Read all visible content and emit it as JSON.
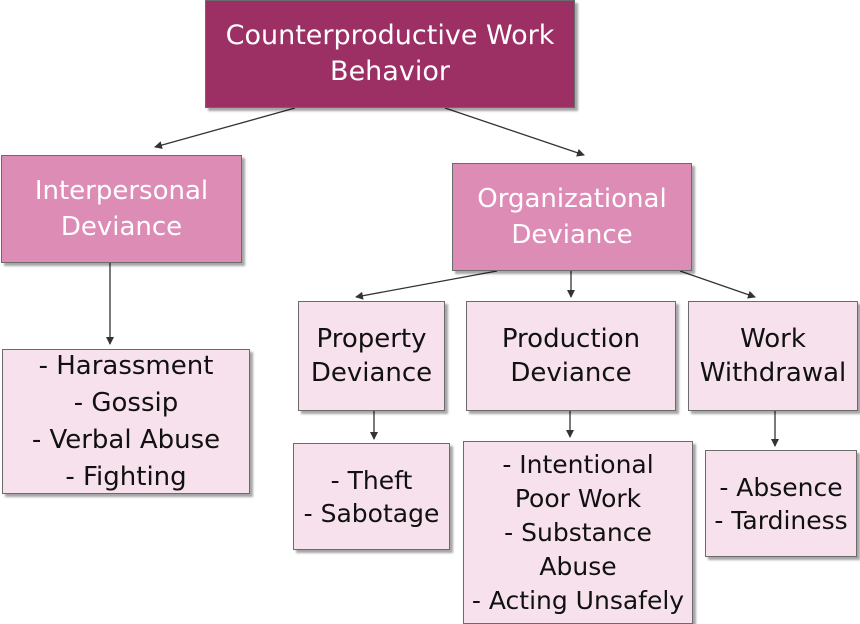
{
  "diagram": {
    "root": {
      "lines": [
        "Counterproductive Work",
        "Behavior"
      ]
    },
    "interpersonal": {
      "lines": [
        "Interpersonal",
        "Deviance"
      ],
      "items": [
        "- Harassment",
        "- Gossip",
        "- Verbal Abuse",
        "- Fighting"
      ]
    },
    "organizational": {
      "lines": [
        "Organizational",
        "Deviance"
      ]
    },
    "property": {
      "lines": [
        "Property",
        "Deviance"
      ],
      "items": [
        "- Theft",
        "- Sabotage"
      ]
    },
    "production": {
      "lines": [
        "Production",
        "Deviance"
      ],
      "items": [
        "- Intentional",
        "Poor Work",
        "- Substance",
        "Abuse",
        "- Acting Unsafely"
      ]
    },
    "withdrawal": {
      "lines": [
        "Work",
        "Withdrawal"
      ],
      "items": [
        "- Absence",
        "- Tardiness"
      ]
    },
    "colors": {
      "root_fill": "#9c2f64",
      "mid_fill": "#dd8cb6",
      "leaf_fill": "#f6e1ec",
      "border": "#6b6b6b",
      "arrow": "#333333"
    }
  }
}
